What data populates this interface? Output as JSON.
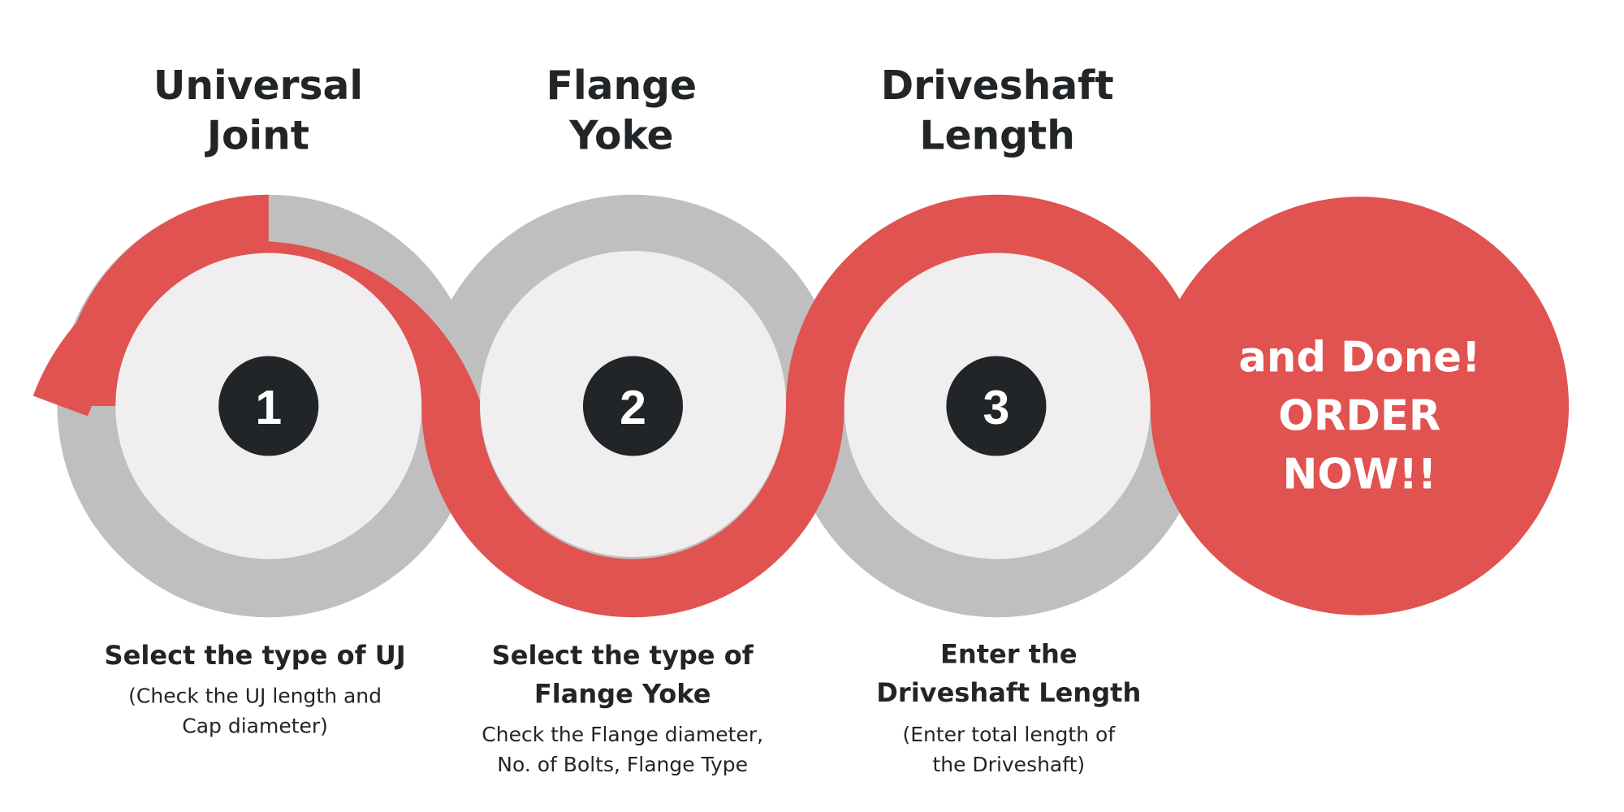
{
  "colors": {
    "accent": "#E05350",
    "track": "#BFBFBF",
    "inner": "#F0EEEF",
    "badge": "#222527"
  },
  "steps": [
    {
      "number": "1",
      "title_line1": "Universal",
      "title_line2": "Joint",
      "heading_line1": "Select the type of UJ",
      "detail_line1": "(Check the UJ length and",
      "detail_line2": "Cap diameter)"
    },
    {
      "number": "2",
      "title_line1": "Flange",
      "title_line2": "Yoke",
      "heading_line1": "Select the type of",
      "heading_line2": "Flange Yoke",
      "detail_line1": "Check the Flange diameter,",
      "detail_line2": "No. of Bolts, Flange Type"
    },
    {
      "number": "3",
      "title_line1": "Driveshaft",
      "title_line2": "Length",
      "heading_line1": "Enter the",
      "heading_line2": "Driveshaft Length",
      "detail_line1": "(Enter total length of",
      "detail_line2": "the Driveshaft)"
    }
  ],
  "final": {
    "line1": "and Done!",
    "line2": "ORDER",
    "line3": "NOW!!"
  }
}
